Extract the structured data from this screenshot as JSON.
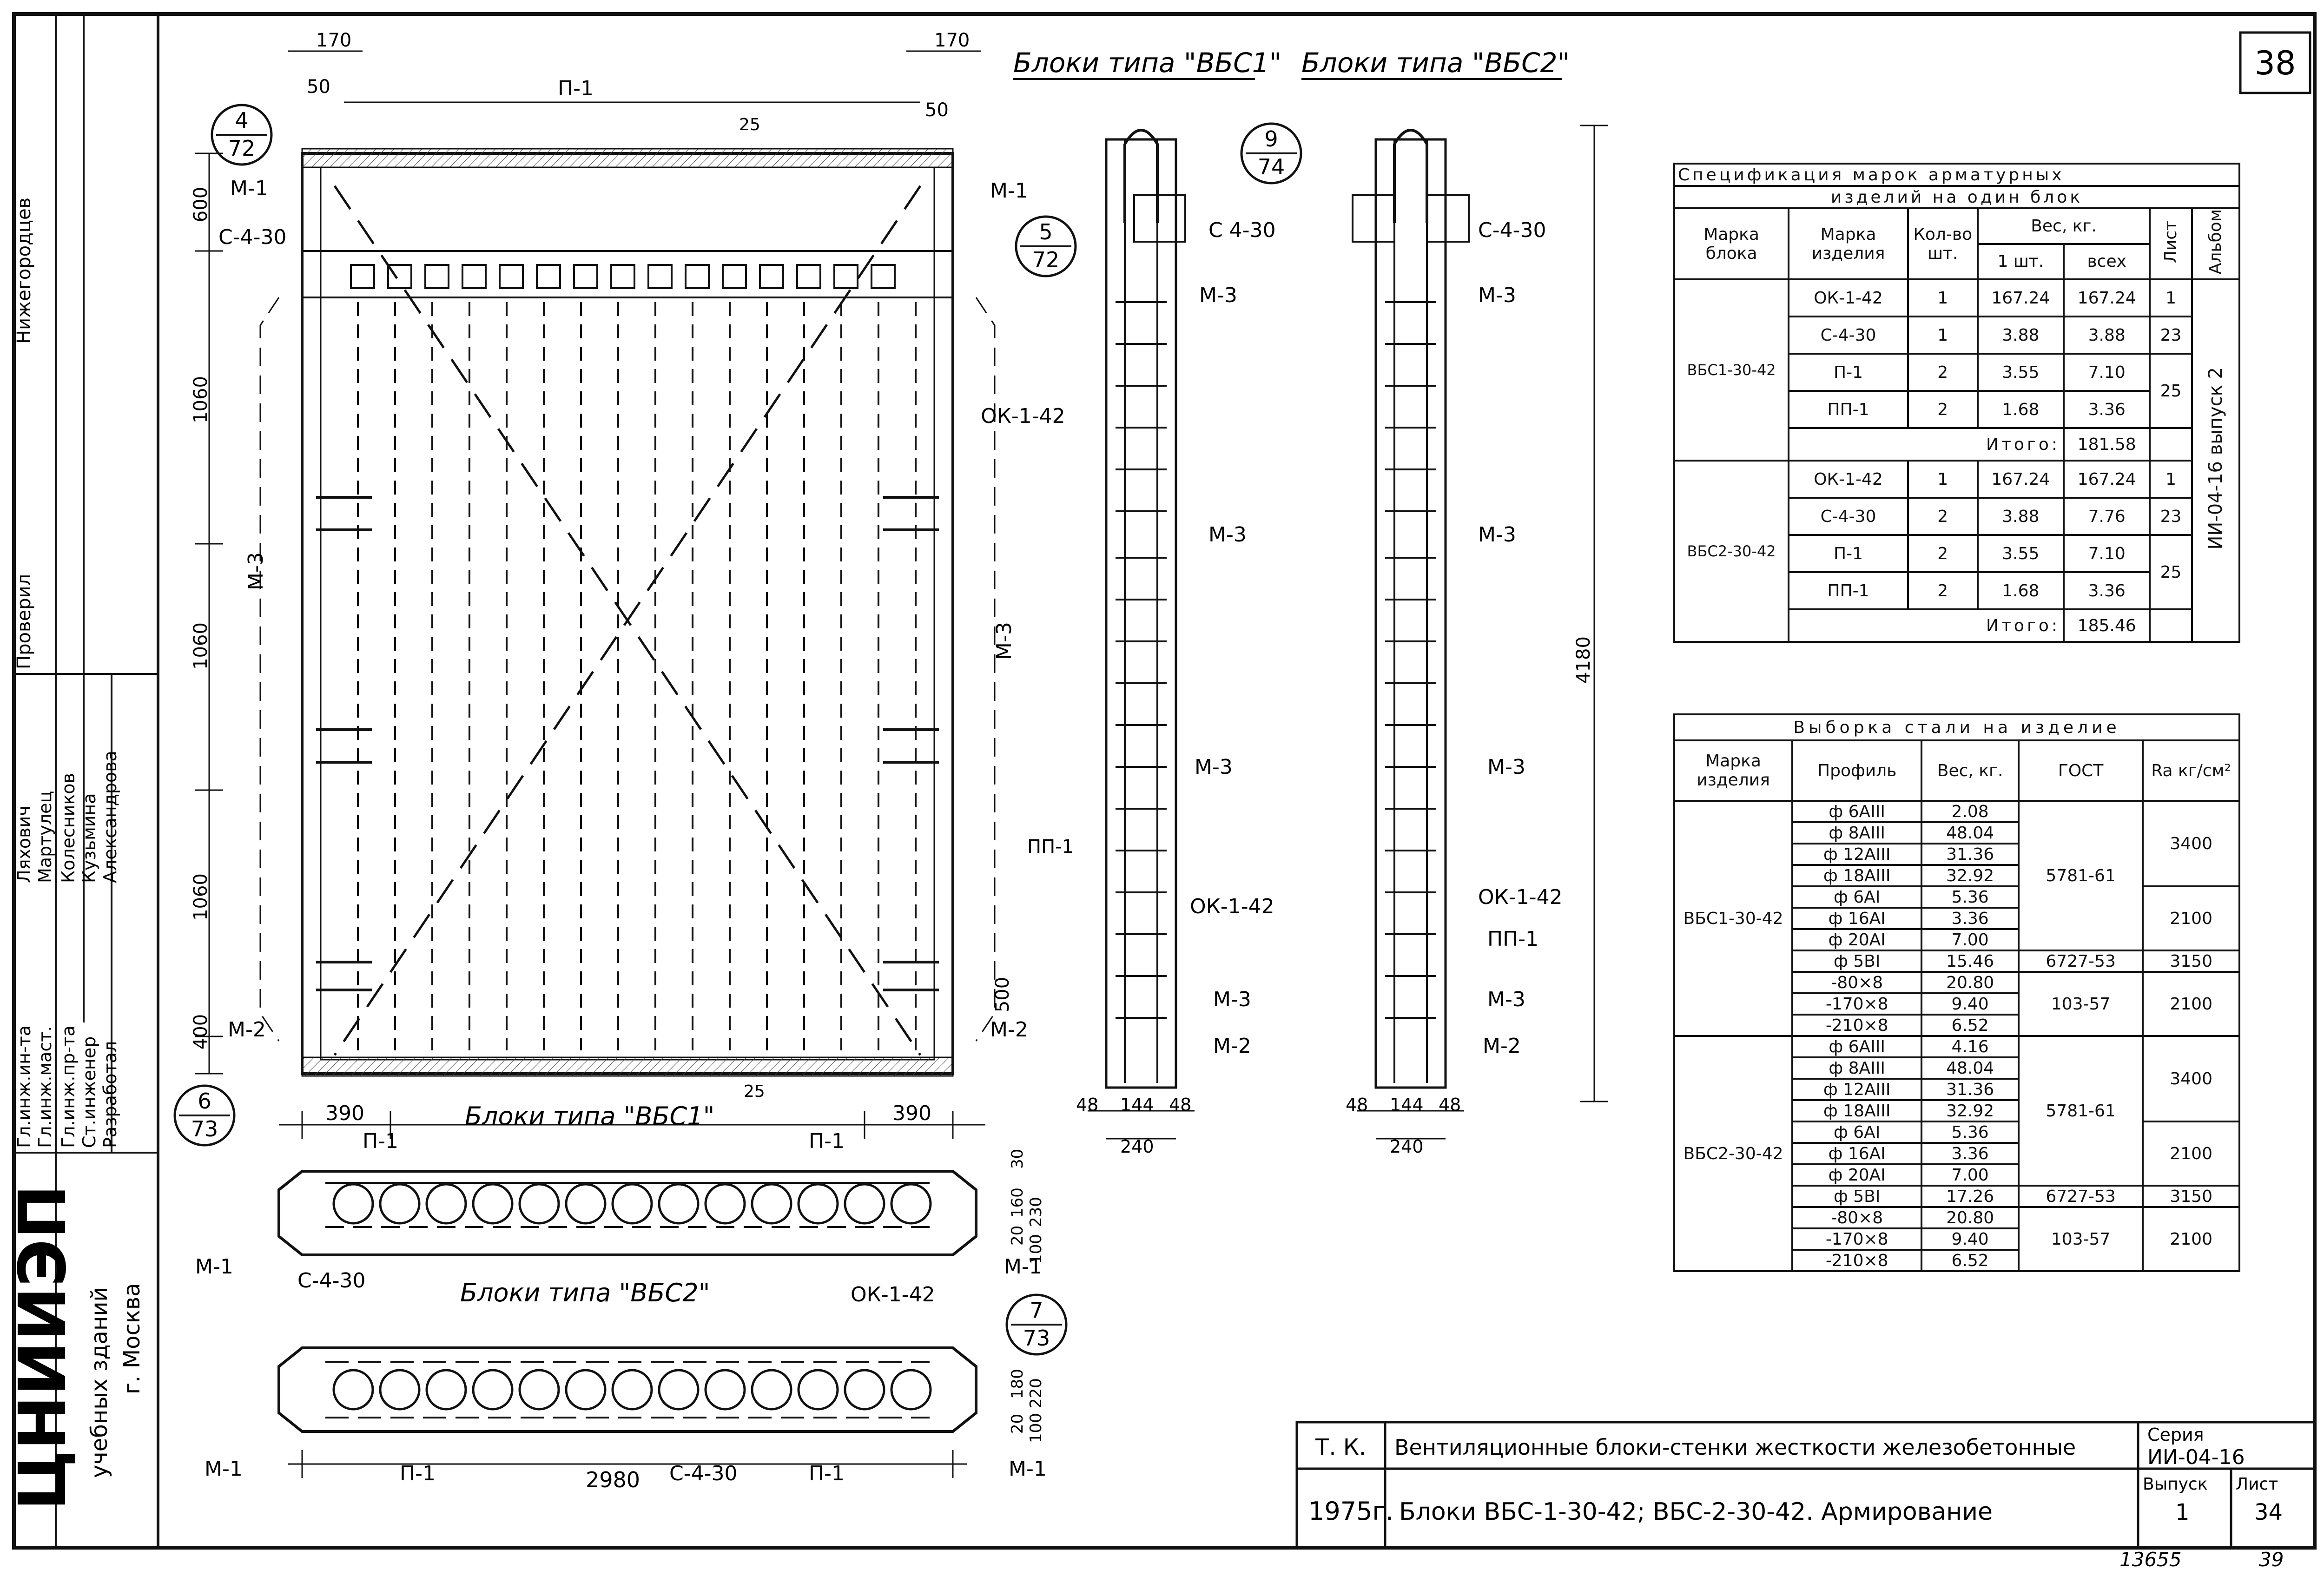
{
  "sheet_number": "38",
  "header": {
    "type_vbs1": "Блоки типа \"ВБС1\"",
    "type_vbs2": "Блоки типа \"ВБС2\""
  },
  "labels": {
    "p1": "П-1",
    "m1": "М-1",
    "m2": "М-2",
    "m3": "М-3",
    "c430": "С-4-30",
    "c430b": "С 4-30",
    "ok142": "ОК-1-42",
    "pp1": "ПП-1",
    "type_vbs1": "Блоки типа \"ВБС1\"",
    "type_vbs2": "Блоки типа \"ВБС2\""
  },
  "callouts": [
    {
      "top": "4",
      "bottom": "72"
    },
    {
      "top": "5",
      "bottom": "72"
    },
    {
      "top": "6",
      "bottom": "73"
    },
    {
      "top": "9",
      "bottom": "74"
    },
    {
      "top": "7",
      "bottom": "73"
    }
  ],
  "dims": {
    "d170": "170",
    "d50": "50",
    "d25": "25",
    "d600": "600",
    "d1060": "1060",
    "d500": "500",
    "d400": "400",
    "d390": "390",
    "d4180": "4180",
    "d48": "48",
    "d144": "144",
    "d240": "240",
    "d2980": "2980",
    "d20": "20",
    "d160": "160",
    "d30": "30",
    "d100": "100",
    "d230": "230",
    "d180": "180",
    "d220": "220"
  },
  "spec_table": {
    "title_1": "Спецификация марок арматурных",
    "title_2": "изделий на один блок",
    "headers": {
      "block_mark": "Марка блока",
      "item_mark": "Марка изделия",
      "qty": "Кол-во шт.",
      "weight": "Вес, кг.",
      "w1": "1 шт.",
      "wall": "всех",
      "sheet": "Лист",
      "album": "Альбом"
    },
    "album": "ИИ-04-16 выпуск 2",
    "groups": [
      {
        "block": "ВБС1-30-42",
        "rows": [
          [
            "ОК-1-42",
            "1",
            "167.24",
            "167.24",
            "1"
          ],
          [
            "С-4-30",
            "1",
            "3.88",
            "3.88",
            "23"
          ],
          [
            "П-1",
            "2",
            "3.55",
            "7.10",
            ""
          ],
          [
            "ПП-1",
            "2",
            "1.68",
            "3.36",
            ""
          ]
        ],
        "merged_sheet": "25",
        "total_label": "Итого:",
        "total": "181.58"
      },
      {
        "block": "ВБС2-30-42",
        "rows": [
          [
            "ОК-1-42",
            "1",
            "167.24",
            "167.24",
            "1"
          ],
          [
            "С-4-30",
            "2",
            "3.88",
            "7.76",
            "23"
          ],
          [
            "П-1",
            "2",
            "3.55",
            "7.10",
            ""
          ],
          [
            "ПП-1",
            "2",
            "1.68",
            "3.36",
            ""
          ]
        ],
        "merged_sheet": "25",
        "total_label": "Итого:",
        "total": "185.46"
      }
    ]
  },
  "steel_table": {
    "title": "Выборка стали на изделие",
    "headers": {
      "mark": "Марка изделия",
      "profile": "Профиль",
      "weight": "Вес, кг.",
      "gost": "ГОСТ",
      "ra": "Ra кг/см²"
    },
    "groups": [
      {
        "mark": "ВБС1-30-42",
        "rows": [
          [
            "ф 6АIII",
            "2.08"
          ],
          [
            "ф 8АIII",
            "48.04"
          ],
          [
            "ф 12АIII",
            "31.36"
          ],
          [
            "ф 18АIII",
            "32.92"
          ],
          [
            "ф 6АI",
            "5.36"
          ],
          [
            "ф 16АI",
            "3.36"
          ],
          [
            "ф 20АI",
            "7.00"
          ],
          [
            "ф 5ВI",
            "15.46"
          ],
          [
            "-80×8",
            "20.80"
          ],
          [
            "-170×8",
            "9.40"
          ],
          [
            "-210×8",
            "6.52"
          ]
        ],
        "gost_a": "5781-61",
        "gost_b": "6727-53",
        "gost_c": "103-57",
        "ra_a": "3400",
        "ra_b": "2100",
        "ra_c": "3150",
        "ra_d": "2100"
      },
      {
        "mark": "ВБС2-30-42",
        "rows": [
          [
            "ф 6АIII",
            "4.16"
          ],
          [
            "ф 8АIII",
            "48.04"
          ],
          [
            "ф 12АIII",
            "31.36"
          ],
          [
            "ф 18АIII",
            "32.92"
          ],
          [
            "ф 6АI",
            "5.36"
          ],
          [
            "ф 16АI",
            "3.36"
          ],
          [
            "ф 20АI",
            "7.00"
          ],
          [
            "ф 5ВI",
            "17.26"
          ],
          [
            "-80×8",
            "20.80"
          ],
          [
            "-170×8",
            "9.40"
          ],
          [
            "-210×8",
            "6.52"
          ]
        ],
        "gost_a": "5781-61",
        "gost_b": "6727-53",
        "gost_c": "103-57",
        "ra_a": "3400",
        "ra_b": "2100",
        "ra_c": "3150",
        "ra_d": "2100"
      }
    ]
  },
  "title_block": {
    "tk": "Т. К.",
    "year": "1975г.",
    "title_1": "Вентиляционные блоки-стенки жесткости железобетонные",
    "title_2": "Блоки ВБС-1-30-42; ВБС-2-30-42. Армирование",
    "series_label": "Серия",
    "series": "ИИ-04-16",
    "issue_label": "Выпуск",
    "issue": "1",
    "sheet_label": "Лист",
    "sheet": "34"
  },
  "footer": {
    "inv": "13655",
    "page": "39"
  },
  "side_block": {
    "org": "ЦНИИЭП",
    "org_sub_1": "учебных зданий",
    "org_sub_2": "г. Москва",
    "roles": [
      "Гл.инж.ин-та",
      "Гл.инж.маст.",
      "Гл.инж.пр-та",
      "Ст.инженер",
      "Разработал"
    ],
    "names": [
      "Ляхович",
      "Мартулец",
      "Колесников",
      "Кузьмина",
      "Александрова"
    ],
    "checked": "Проверил",
    "checker": "Нижегородцев"
  }
}
